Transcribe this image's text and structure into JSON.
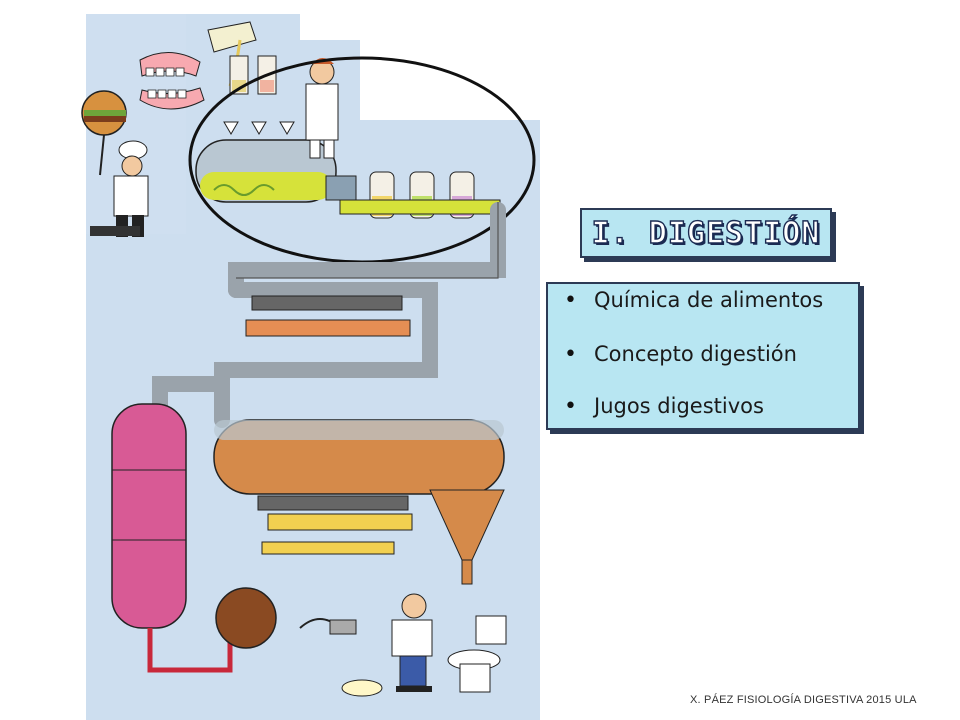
{
  "slide": {
    "title": "I. DIGESTIÓN",
    "bullets": [
      {
        "text": "Química de alimentos"
      },
      {
        "text": "Concepto digestión"
      },
      {
        "text": "Jugos digestivos"
      }
    ],
    "footer": "X. PÁEZ   FISIOLOGÍA DIGESTIVA 2015 ULA",
    "colors": {
      "box_fill": "#b8e6f2",
      "box_border": "#2c3a55",
      "title_outline": "#1b2a52"
    }
  },
  "illustration": {
    "description_icon": "digestion-machine-cartoon"
  }
}
